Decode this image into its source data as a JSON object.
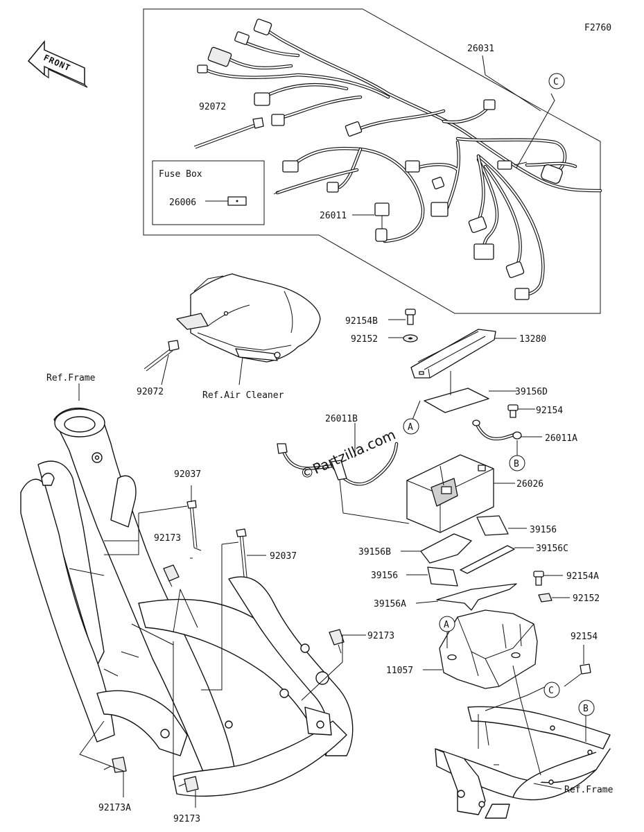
{
  "figure_code": "F2760",
  "front_arrow": {
    "label": "FRONT"
  },
  "fuse_box": {
    "title": "Fuse Box",
    "part": "26006"
  },
  "callouts": {
    "upper": "C",
    "left_a": "A",
    "left_b": "B",
    "lower_a": "A",
    "lower_c": "C",
    "lower_b": "B"
  },
  "parts": {
    "harness_main": "26031",
    "clamp_harness": "92072",
    "harness_sub": "26011",
    "bolt_b": "92154B",
    "washer_top": "92152",
    "battery_cover": "13280",
    "pad_d": "39156D",
    "bolt_top": "92154",
    "lead_a": "26011A",
    "lead_b": "26011B",
    "battery": "26026",
    "pad_right": "39156",
    "pad_b": "39156B",
    "pad_c": "39156C",
    "pad_left": "39156",
    "bolt_a": "92154A",
    "pad_a": "39156A",
    "washer_low": "92152",
    "bolt_low": "92154",
    "case": "11057",
    "clamp_air": "92072",
    "band_a": "92037",
    "band_b": "92037",
    "clip_mid": "92173",
    "clip_right": "92173",
    "clip_a": "92173A",
    "clip_bottom": "92173"
  },
  "refs": {
    "frame_top": "Ref.Frame",
    "air_cleaner": "Ref.Air Cleaner",
    "frame_bottom": "Ref.Frame"
  },
  "watermark": "©Partzilla.com"
}
